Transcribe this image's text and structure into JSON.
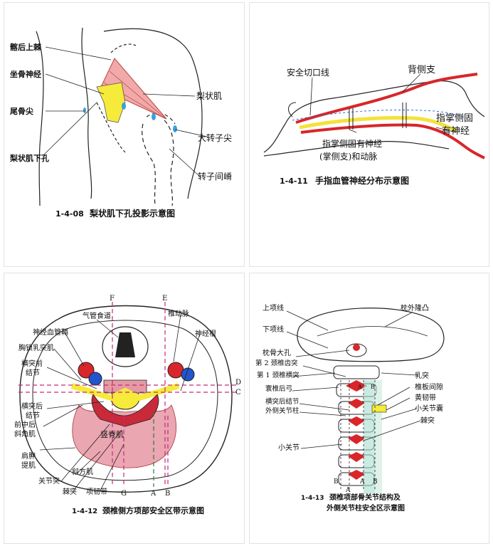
{
  "figures": [
    {
      "caption_num": "1-4-08",
      "caption_text": "梨状肌下孔投影示意图",
      "labels": {
        "psis": "髂后上棘",
        "sciatic": "坐骨神经",
        "coccyx": "尾骨尖",
        "infrapiriform": "梨状肌下孔",
        "piriformis": "梨状肌",
        "greater_trochanter": "大转子尖",
        "intertrochanteric": "转子间嵴"
      }
    },
    {
      "caption_num": "1-4-11",
      "caption_text": "手指血管神经分布示意图",
      "labels": {
        "safe_line": "安全切口线",
        "dorsal_branch": "背侧支",
        "palmar_proper_right_1": "指掌侧固",
        "palmar_proper_right_2": "有神经",
        "palmar_proper_1": "指掌侧固有神经",
        "palmar_proper_2": "(掌侧支)和动脉"
      }
    },
    {
      "caption_num": "1-4-12",
      "caption_text": "颈椎侧方项部安全区带示意图",
      "labels": {
        "trachea": "气管食道",
        "neurovascular": "神经血管鞘",
        "scm": "胸锁乳突肌",
        "ant_tubercle_1": "横突前",
        "ant_tubercle_2": "结节",
        "post_tubercle_1": "横突后",
        "post_tubercle_2": "结节",
        "scalene_1": "前中后",
        "scalene_2": "斜角肌",
        "levator_1": "肩胛",
        "levator_2": "提肌",
        "facet": "关节突",
        "spinous": "棘突",
        "nuchal_lig": "项韧带",
        "trapezius": "斜方肌",
        "erector": "竖脊肌",
        "vertebral_artery": "椎动脉",
        "nerve_root": "神经根",
        "line_F": "F",
        "line_E": "E",
        "line_D": "D",
        "line_C": "C",
        "line_G": "G",
        "line_A": "A",
        "line_B": "B"
      }
    },
    {
      "caption_num": "1-4-13",
      "caption_text_1": "颈椎项部骨关节结构及",
      "caption_text_2": "外侧关节柱安全区示意图",
      "labels": {
        "superior_nuchal": "上项线",
        "inferior_nuchal": "下项线",
        "ext_occ": "枕外隆凸",
        "foramen_magnum": "枕骨大孔",
        "c2_spinous": "第 2 颈椎齿突",
        "c1_transverse": "第 1 颈椎横突",
        "atlas_post_arch": "寰椎后弓",
        "post_tubercle": "横突后结节",
        "lateral_column": "外侧关节柱",
        "small_joint": "小关节",
        "mastoid": "乳突",
        "interlaminar": "椎板间隙",
        "ligamentum_flavum": "黄韧带",
        "facet_capsule": "小关节囊",
        "spinous": "棘突",
        "top_A": "A",
        "top_B": "B",
        "bot_B": "B",
        "bot_A1": "A",
        "bot_A2": "A",
        "bot_B2": "B"
      }
    }
  ]
}
